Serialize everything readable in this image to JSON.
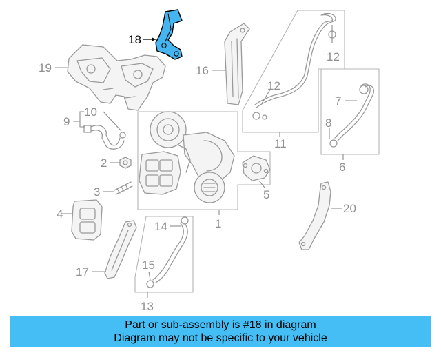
{
  "callouts": [
    {
      "id": "1",
      "text": "1"
    },
    {
      "id": "2",
      "text": "2"
    },
    {
      "id": "3",
      "text": "3"
    },
    {
      "id": "4",
      "text": "4"
    },
    {
      "id": "5",
      "text": "5"
    },
    {
      "id": "6",
      "text": "6"
    },
    {
      "id": "7",
      "text": "7"
    },
    {
      "id": "8",
      "text": "8"
    },
    {
      "id": "9",
      "text": "9"
    },
    {
      "id": "10",
      "text": "10"
    },
    {
      "id": "11",
      "text": "11"
    },
    {
      "id": "12a",
      "text": "12"
    },
    {
      "id": "12b",
      "text": "12"
    },
    {
      "id": "13",
      "text": "13"
    },
    {
      "id": "14",
      "text": "14"
    },
    {
      "id": "15",
      "text": "15"
    },
    {
      "id": "16",
      "text": "16"
    },
    {
      "id": "17",
      "text": "17"
    },
    {
      "id": "18",
      "text": "18"
    },
    {
      "id": "19",
      "text": "19"
    },
    {
      "id": "20",
      "text": "20"
    }
  ],
  "highlighted_part": "18",
  "highlight_color": "#45b5f0",
  "banner": {
    "line1": "Part or sub-assembly is #18 in diagram",
    "line2": "Diagram may not be specific to your vehicle",
    "background": "#45bef5"
  }
}
